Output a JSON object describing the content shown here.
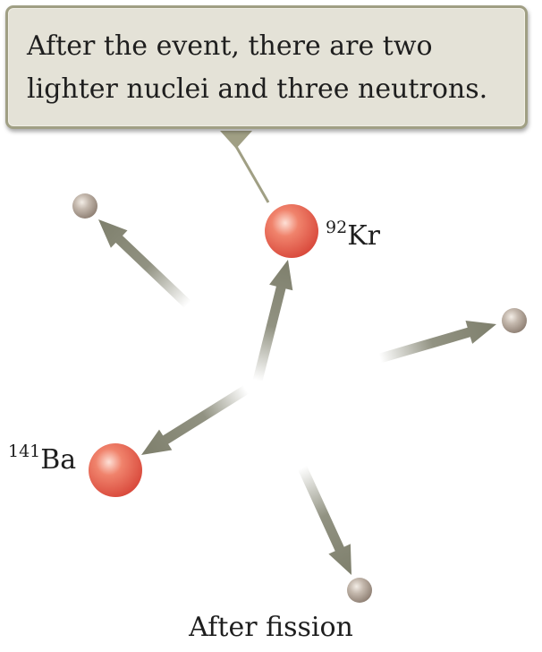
{
  "callout": {
    "line1": "After the event, there are two",
    "line2": "lighter nuclei and three neutrons."
  },
  "nuclei": {
    "krypton": {
      "mass_number": "92",
      "symbol": "Kr"
    },
    "barium": {
      "mass_number": "141",
      "symbol": "Ba"
    }
  },
  "caption": "After fission",
  "colors": {
    "callout_fill": "#e4e2d7",
    "callout_border": "#a09f84",
    "arrow": "#7e7f6c",
    "nucleus": "#e0553f",
    "neutron": "#a8998c"
  }
}
